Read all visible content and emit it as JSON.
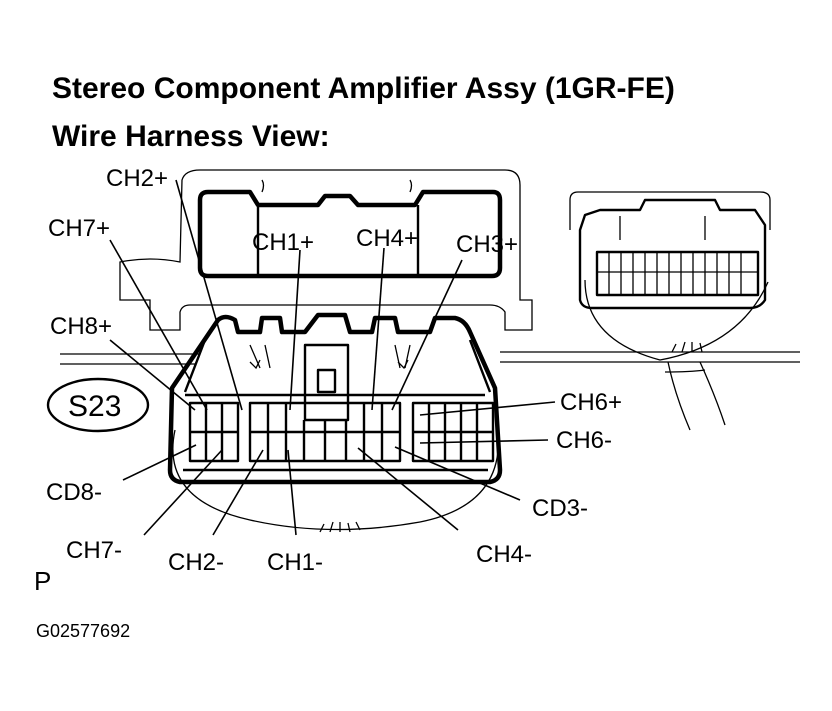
{
  "title_line1": "Stereo Component Amplifier Assy (1GR-FE)",
  "title_line2": "Wire Harness View:",
  "connector_id": "S23",
  "pin_labels": {
    "ch2_plus": "CH2+",
    "ch7_plus": "CH7+",
    "ch1_plus": "CH1+",
    "ch4_plus": "CH4+",
    "ch3_plus": "CH3+",
    "ch8_plus": "CH8+",
    "ch6_plus": "CH6+",
    "ch6_minus": "CH6-",
    "cd8_minus": "CD8-",
    "cd3_minus": "CD3-",
    "ch7_minus": "CH7-",
    "ch2_minus": "CH2-",
    "ch1_minus": "CH1-",
    "ch4_minus": "CH4-"
  },
  "corner_letter": "P",
  "figure_code": "G02577692",
  "colors": {
    "ink": "#000000",
    "paper": "#ffffff"
  }
}
